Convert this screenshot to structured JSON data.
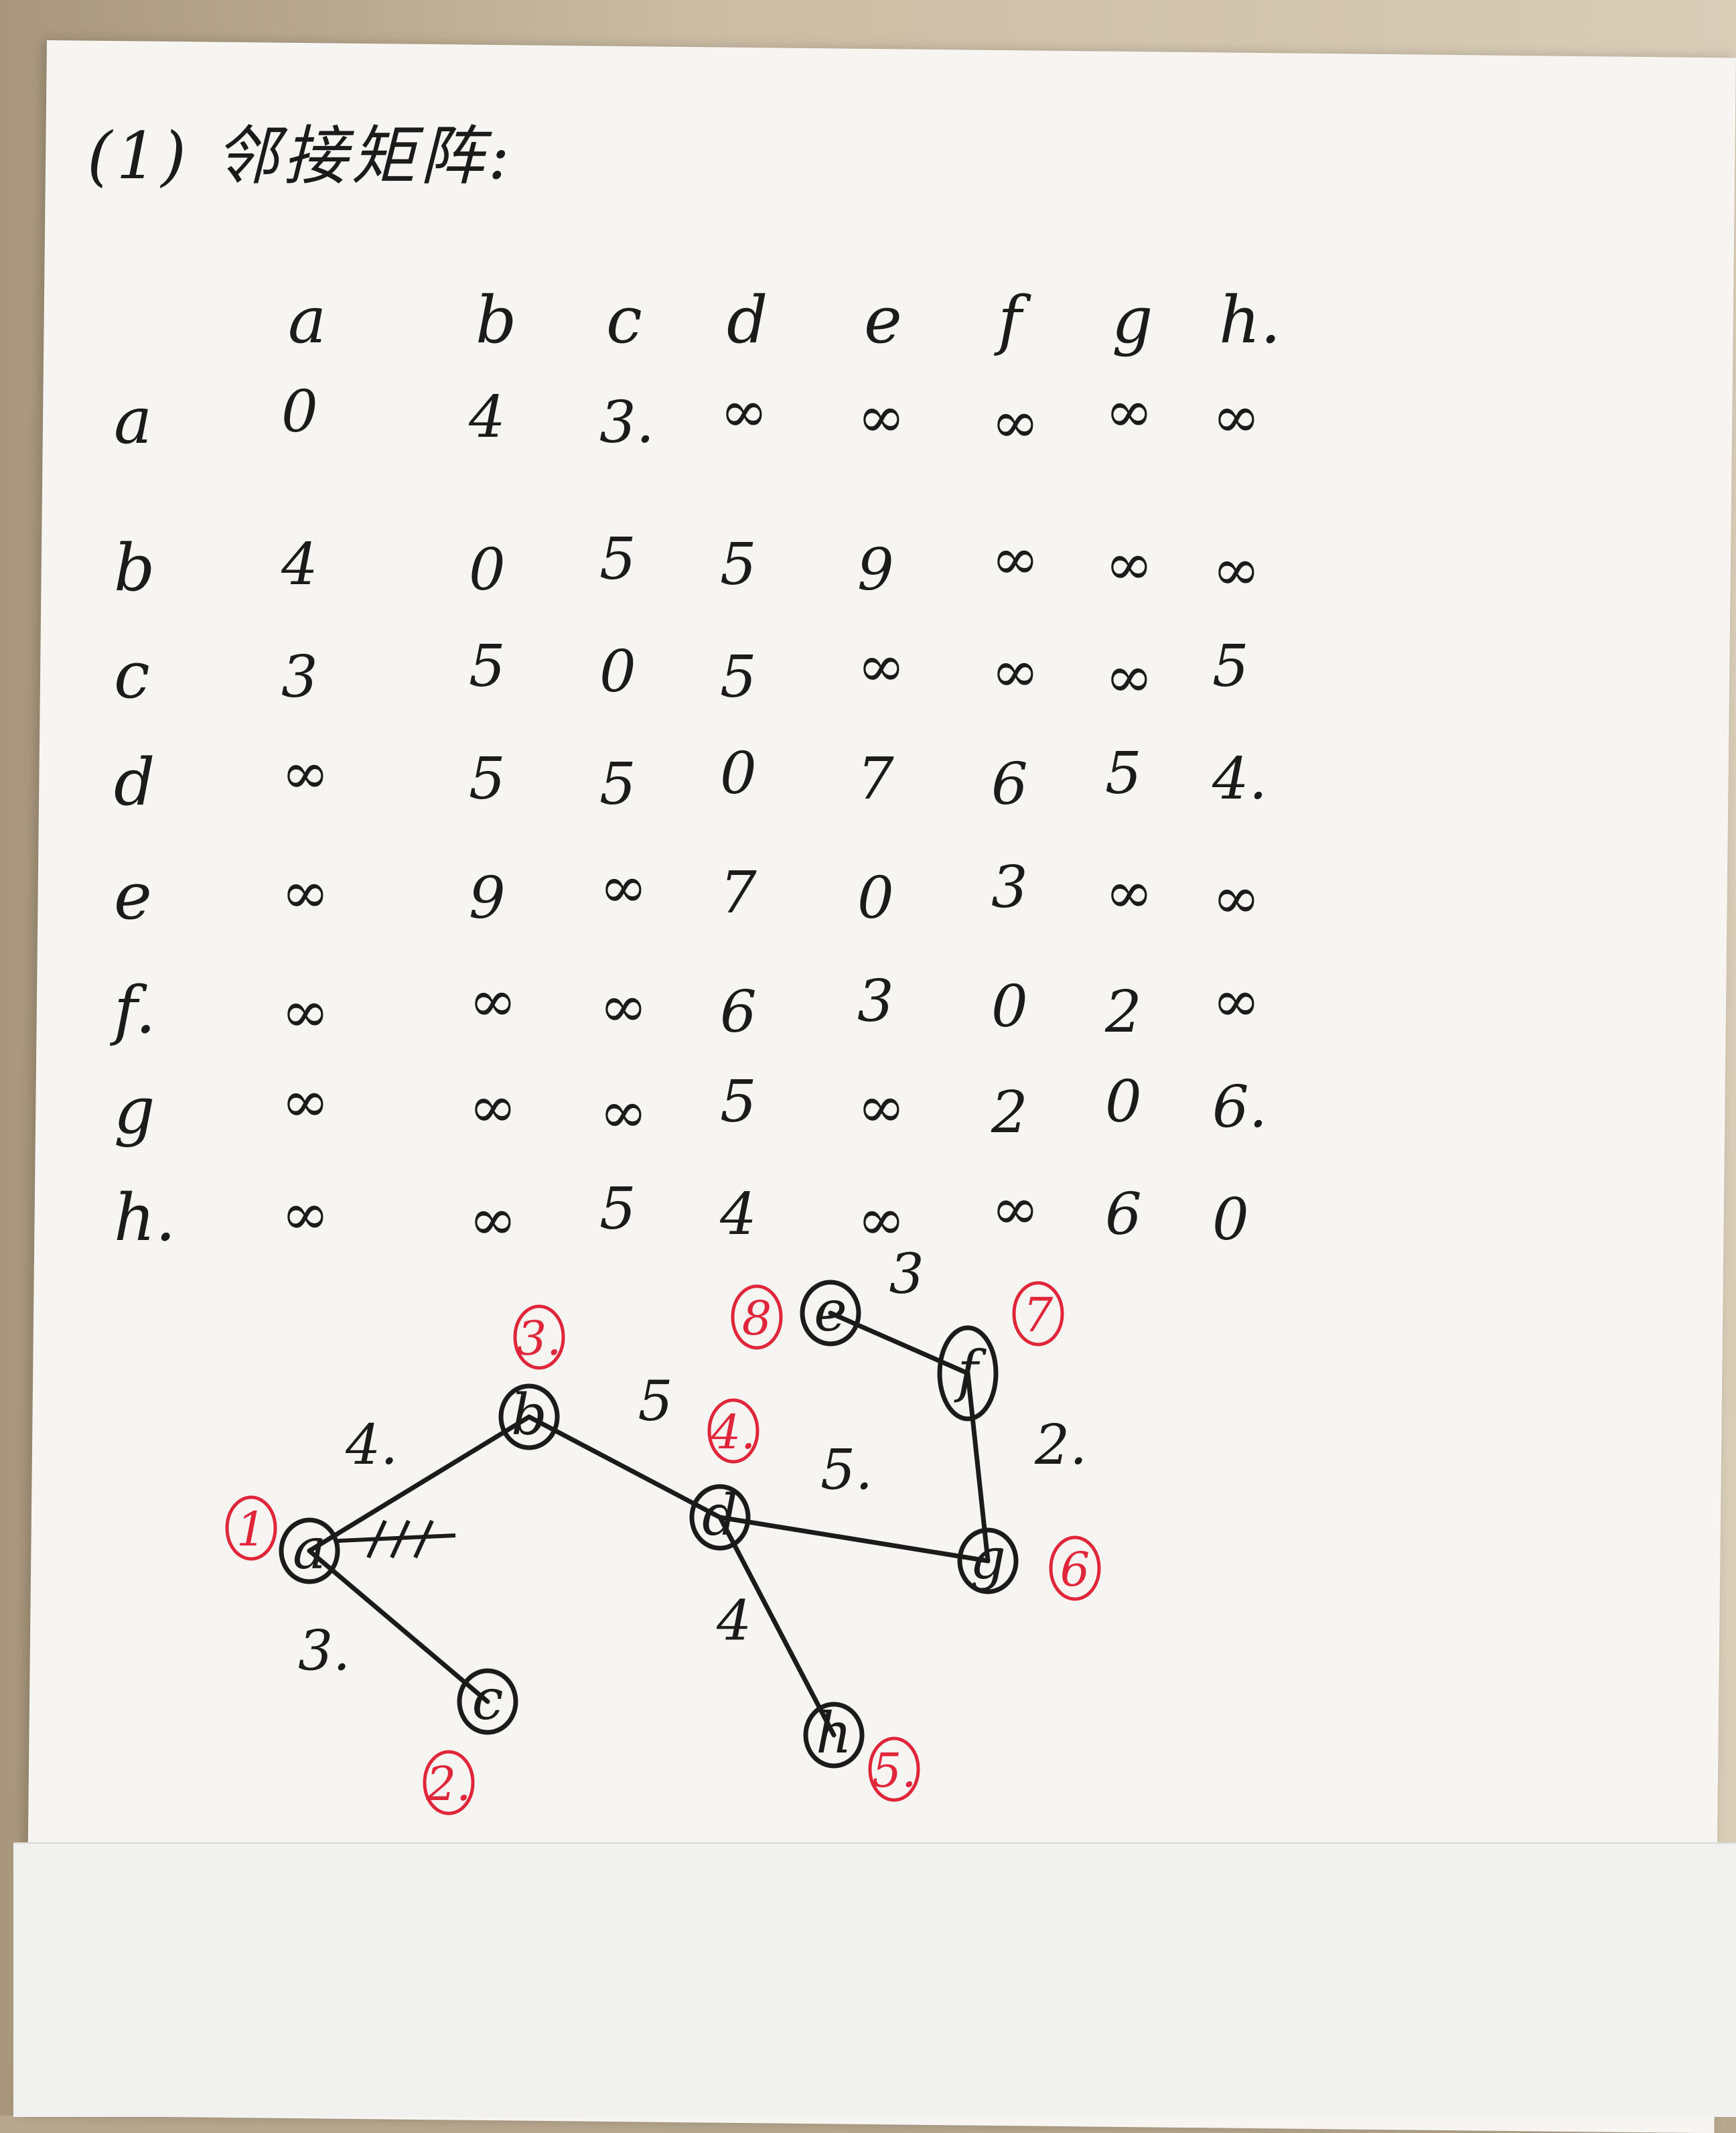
{
  "title": "(1) 邻接矩阵:",
  "matrix": {
    "columns": [
      "a",
      "b",
      "c",
      "d",
      "e",
      "f",
      "g",
      "h."
    ],
    "rows": [
      {
        "label": "a",
        "values": [
          "0",
          "4",
          "3.",
          "∞",
          "∞",
          "∞",
          "∞",
          "∞"
        ]
      },
      {
        "label": "b",
        "values": [
          "4",
          "0",
          "5",
          "5",
          "9",
          "∞",
          "∞",
          "∞"
        ]
      },
      {
        "label": "c",
        "values": [
          "3",
          "5",
          "0",
          "5",
          "∞",
          "∞",
          "∞",
          "5"
        ]
      },
      {
        "label": "d",
        "values": [
          "∞",
          "5",
          "5",
          "0",
          "7",
          "6",
          "5",
          "4."
        ]
      },
      {
        "label": "e",
        "values": [
          "∞",
          "9",
          "∞",
          "7",
          "0",
          "3",
          "∞",
          "∞"
        ]
      },
      {
        "label": "f.",
        "values": [
          "∞",
          "∞",
          "∞",
          "6",
          "3",
          "0",
          "2",
          "∞"
        ]
      },
      {
        "label": "g",
        "values": [
          "∞",
          "∞",
          "∞",
          "5",
          "∞",
          "2",
          "0",
          "6."
        ]
      },
      {
        "label": "h.",
        "values": [
          "∞",
          "∞",
          "5",
          "4",
          "∞",
          "∞",
          "6",
          "0"
        ]
      }
    ]
  },
  "graph": {
    "nodes": [
      {
        "id": "a",
        "label": "a",
        "order": "1"
      },
      {
        "id": "b",
        "label": "b",
        "order": "3."
      },
      {
        "id": "c",
        "label": "c",
        "order": "2."
      },
      {
        "id": "d",
        "label": "d",
        "order": "4."
      },
      {
        "id": "e",
        "label": "e",
        "order": "8"
      },
      {
        "id": "f",
        "label": "f",
        "order": "7"
      },
      {
        "id": "g",
        "label": "g",
        "order": "6"
      },
      {
        "id": "h",
        "label": "h",
        "order": "5."
      }
    ],
    "edges": [
      {
        "from": "a",
        "to": "b",
        "weight": "4."
      },
      {
        "from": "a",
        "to": "c",
        "weight": "3."
      },
      {
        "from": "b",
        "to": "d",
        "weight": "5"
      },
      {
        "from": "d",
        "to": "g",
        "weight": "5."
      },
      {
        "from": "d",
        "to": "h",
        "weight": "4"
      },
      {
        "from": "e",
        "to": "f",
        "weight": "3"
      },
      {
        "from": "f",
        "to": "g",
        "weight": "2."
      }
    ]
  },
  "colors": {
    "ink": "#1b1b1b",
    "red_ink": "#e0263a",
    "paper": "#f6f5f2"
  }
}
